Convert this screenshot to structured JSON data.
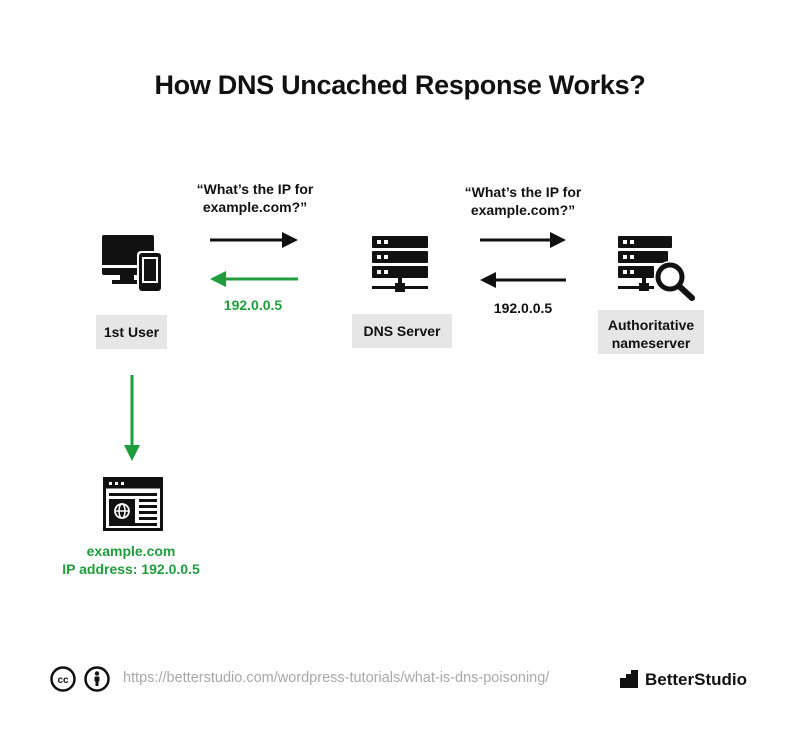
{
  "title": "How DNS Uncached Response Works?",
  "nodes": {
    "user": "1st User",
    "dns_server": "DNS Server",
    "authoritative_line1": "Authoritative",
    "authoritative_line2": "nameserver"
  },
  "flows": {
    "query_left_line1": "“What’s the IP for",
    "query_left_line2": "example.com?”",
    "query_right_line1": "“What’s the IP for",
    "query_right_line2": "example.com?”",
    "answer_left": "192.0.0.5",
    "answer_right": "192.0.0.5"
  },
  "result": {
    "domain": "example.com",
    "ip": "IP address: 192.0.0.5"
  },
  "footer": {
    "url": "https://betterstudio.com/wordpress-tutorials/what-is-dns-poisoning/",
    "brand": "BetterStudio"
  },
  "colors": {
    "green": "#1f9d3c",
    "label_bg": "#e6e6e6",
    "text": "#111111"
  },
  "icons": [
    "computer-phone-icon",
    "server-icon",
    "server-search-icon",
    "browser-globe-icon",
    "creative-commons-icon",
    "attribution-icon",
    "betterstudio-logo-icon"
  ]
}
